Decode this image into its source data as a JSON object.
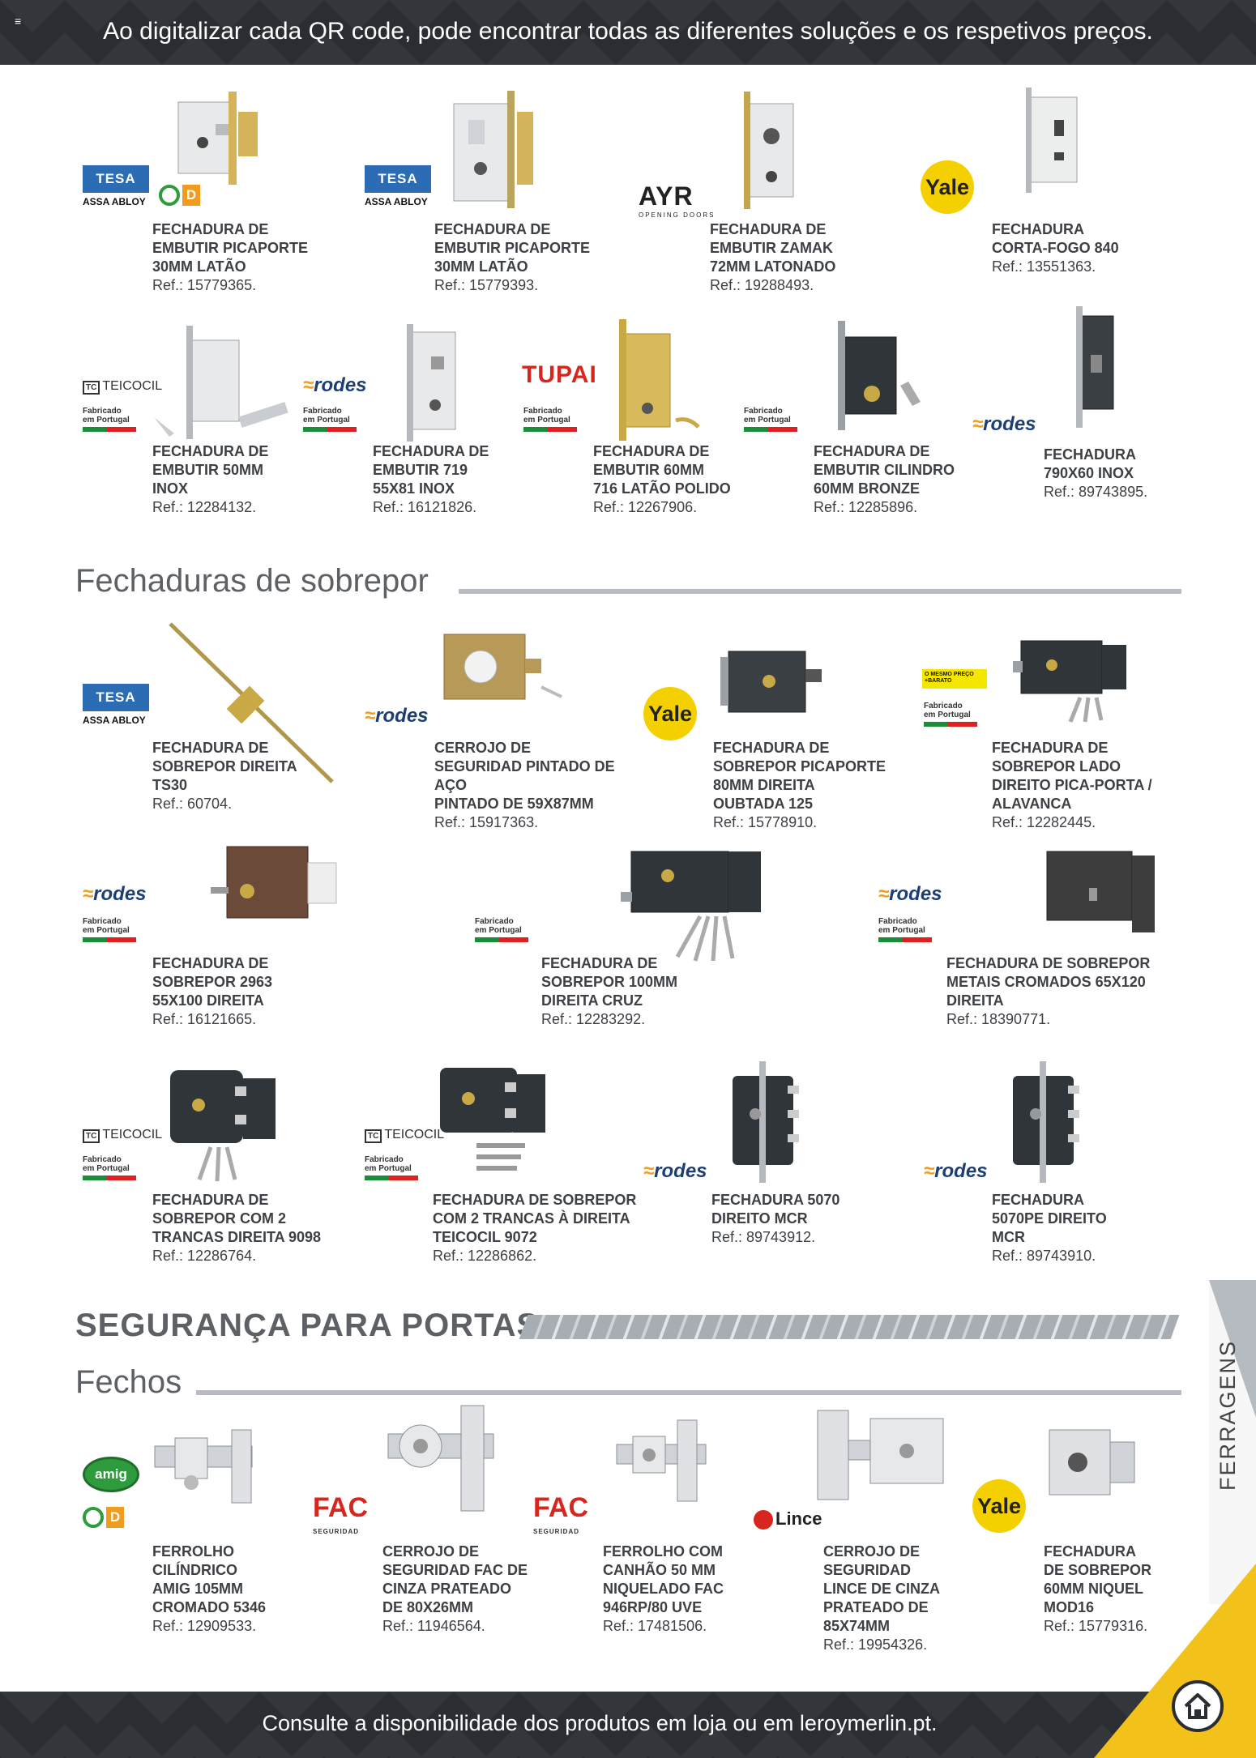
{
  "header": {
    "text": "Ao digitalizar cada QR code, pode encontrar todas as diferentes soluções e os respetivos preços."
  },
  "footer": {
    "text": "Consulte a disponibilidade dos produtos em loja ou em leroymerlin.pt."
  },
  "side_tab": {
    "label": "FERRAGENS"
  },
  "brands": {
    "tesa": "TESA",
    "assa": "ASSA ABLOY",
    "yale": "Yale",
    "rodes": "rodes",
    "ayr": "AYR",
    "ayr_sub": "OPENING DOORS",
    "tupai": "TUPAI",
    "teicocil": "TEICOCIL",
    "fac": "FAC",
    "fac_sub": "SEGURIDAD",
    "lince": "Lince",
    "amig": "amig",
    "made_in": "Fabricado\nem Portugal",
    "d": "D",
    "promo": "O MESMO PREÇO +BARATO"
  },
  "sections": {
    "sobrepor": "Fechaduras de sobrepor",
    "seguranca": "SEGURANÇA PARA PORTAS",
    "fechos": "Fechos"
  },
  "products": {
    "p1": {
      "name": "FECHADURA DE\nEMBUTIR PICAPORTE\n30MM LATÃO",
      "ref": "Ref.: 15779365."
    },
    "p2": {
      "name": "FECHADURA DE\nEMBUTIR PICAPORTE\n30MM LATÃO",
      "ref": "Ref.: 15779393."
    },
    "p3": {
      "name": "FECHADURA DE\nEMBUTIR ZAMAK\n72MM LATONADO",
      "ref": "Ref.: 19288493."
    },
    "p4": {
      "name": "FECHADURA\nCORTA-FOGO 840",
      "ref": "Ref.: 13551363."
    },
    "p5": {
      "name": "FECHADURA DE\nEMBUTIR 50MM\nINOX",
      "ref": "Ref.: 12284132."
    },
    "p6": {
      "name": "FECHADURA DE\nEMBUTIR 719\n55X81 INOX",
      "ref": "Ref.: 16121826."
    },
    "p7": {
      "name": "FECHADURA DE\nEMBUTIR 60MM\n716 LATÃO POLIDO",
      "ref": "Ref.: 12267906."
    },
    "p8": {
      "name": "FECHADURA DE\nEMBUTIR CILINDRO\n60MM BRONZE",
      "ref": "Ref.: 12285896."
    },
    "p9": {
      "name": "FECHADURA\n790X60 INOX",
      "ref": "Ref.: 89743895."
    },
    "s1": {
      "name": "FECHADURA DE\nSOBREPOR DIREITA\nTS30",
      "ref": "Ref.: 60704."
    },
    "s2": {
      "name": "CERROJO DE\nSEGURIDAD PINTADO DE AÇO\nPINTADO DE 59X87MM",
      "ref": "Ref.: 15917363."
    },
    "s3": {
      "name": "FECHADURA DE\nSOBREPOR PICAPORTE\n80MM DIREITA\nOUBTADA 125",
      "ref": "Ref.: 15778910."
    },
    "s4": {
      "name": "FECHADURA DE\nSOBREPOR LADO\nDIREITO PICA-PORTA /\nALAVANCA",
      "ref": "Ref.: 12282445."
    },
    "s5": {
      "name": "FECHADURA DE\nSOBREPOR 2963\n55X100 DIREITA",
      "ref": "Ref.: 16121665."
    },
    "s6": {
      "name": "FECHADURA DE\nSOBREPOR 100MM\nDIREITA CRUZ",
      "ref": "Ref.: 12283292."
    },
    "s7": {
      "name": "FECHADURA DE SOBREPOR\nMETAIS CROMADOS 65X120\nDIREITA",
      "ref": "Ref.: 18390771."
    },
    "s8": {
      "name": "FECHADURA DE\nSOBREPOR COM 2\nTRANCAS DIREITA 9098",
      "ref": "Ref.: 12286764."
    },
    "s9": {
      "name": "FECHADURA DE SOBREPOR\nCOM 2 TRANCAS À DIREITA\nTEICOCIL 9072",
      "ref": "Ref.: 12286862."
    },
    "s10": {
      "name": "FECHADURA 5070\nDIREITO MCR",
      "ref": "Ref.: 89743912."
    },
    "s11": {
      "name": "FECHADURA\n5070PE DIREITO\nMCR",
      "ref": "Ref.: 89743910."
    },
    "f1": {
      "name": "FERROLHO\nCILÍNDRICO\nAMIG 105MM\nCROMADO 5346",
      "ref": "Ref.: 12909533."
    },
    "f2": {
      "name": "CERROJO DE\nSEGURIDAD FAC DE\nCINZA PRATEADO\nDE 80X26MM",
      "ref": "Ref.: 11946564."
    },
    "f3": {
      "name": "FERROLHO COM\nCANHÃO 50 MM\nNIQUELADO FAC\n946RP/80 UVE",
      "ref": "Ref.: 17481506."
    },
    "f4": {
      "name": "CERROJO DE\nSEGURIDAD\nLINCE DE CINZA\nPRATEADO DE\n85X74MM",
      "ref": "Ref.: 19954326."
    },
    "f5": {
      "name": "FECHADURA\nDE SOBREPOR\n60MM NIQUEL\nMOD16",
      "ref": "Ref.: 15779316."
    }
  },
  "colors": {
    "dark_bar": "#2a2d31",
    "yellow": "#f3c21a",
    "text": "#3d4045",
    "section": "#5d6166"
  }
}
